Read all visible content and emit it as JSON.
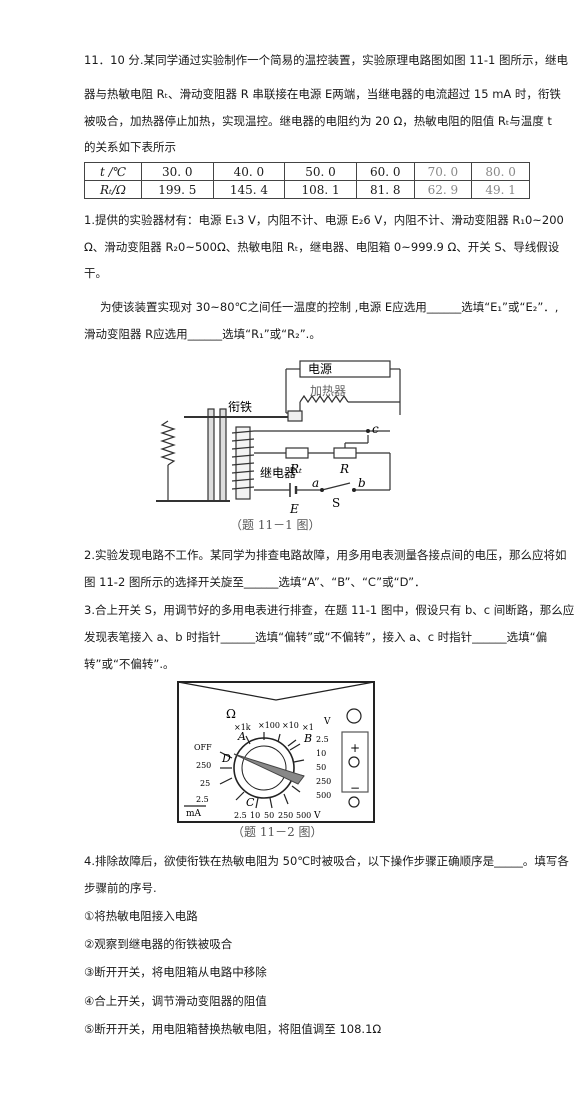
{
  "q11": {
    "intro": [
      "11．10 分.某同学通过实验制作一个简易的温控装置，实验原理电路图如图 11-1 图所示，继电",
      "器与热敏电阻 Rₜ、滑动变阻器 R 串联接在电源 E两端，当继电器的电流超过 15 mA 时，衔铁",
      "被吸合，加热器停止加热，实现温控。继电器的电阻约为 20 Ω，热敏电阻的阻值 Rₜ与温度 t",
      "的关系如下表所示"
    ],
    "table": {
      "row1_label": "t /℃",
      "row1_values": [
        "30. 0",
        "40. 0",
        "50. 0",
        "60. 0",
        "70. 0",
        "80. 0"
      ],
      "row2_label": "Rₜ/Ω",
      "row2_values": [
        "199. 5",
        "145. 4",
        "108. 1",
        "81. 8",
        "62. 9",
        "49. 1"
      ]
    },
    "part1": [
      "1.提供的实验器材有：电源 E₁3 V，内阻不计、电源 E₂6 V，内阻不计、滑动变阻器 R₁0~200",
      "Ω、滑动变阻器 R₂0~500Ω、热敏电阻 Rₜ，继电器、电阻箱 0~999.9 Ω、开关 S、导线假设",
      "干。"
    ],
    "part1_q": [
      "为使该装置实现对 30~80℃之间任一温度的控制 ,电源 E应选用______选填“E₁”或“E₂”．,",
      "滑动变阻器 R应选用______选填“R₁”或“R₂”.。"
    ],
    "fig1": {
      "power": "电源",
      "heater": "加热器",
      "armature": "衔铁",
      "relay": "继电器",
      "rt": "Rₜ",
      "r": "R",
      "c": "c",
      "a": "a",
      "b": "b",
      "s": "S",
      "e": "E",
      "caption": "（题 11－1 图）"
    },
    "part2": [
      "2.实验发现电路不工作。某同学为排查电路故障，用多用电表测量各接点间的电压，那么应将如",
      "图 11-2 图所示的选择开关旋至______选填“A”、“B”、“C”或“D”．"
    ],
    "part3": [
      "3.合上开关 S，用调节好的多用电表进行排查，在题 11-1 图中，假设只有 b、c 间断路，那么应",
      "发现表笔接入 a、b 时指针______选填“偏转”或“不偏转”，接入 a、c 时指针______选填“偏",
      "转”或“不偏转”.。"
    ],
    "fig2": {
      "omega": "Ω",
      "top_scale": [
        "×1k",
        "×100",
        "×10",
        "×1"
      ],
      "v_tilde": "V",
      "left_scale": [
        "OFF",
        "250",
        "25",
        "2.5"
      ],
      "ma": "mA",
      "right_scale": [
        "2.5",
        "10",
        "50",
        "250",
        "500"
      ],
      "bottom_scale": [
        "2.5",
        "10",
        "50",
        "250",
        "500",
        "V"
      ],
      "A": "A",
      "B": "B",
      "C": "C",
      "D": "D",
      "plus": "+",
      "minus": "−",
      "caption": "（题 11－2 图）"
    },
    "part4": [
      "4.排除故障后，欲使衔铁在热敏电阻为 50℃时被吸合，以下操作步骤正确顺序是_____。填写各",
      "步骤前的序号."
    ],
    "steps": [
      "①将热敏电阻接入电路",
      "②观察到继电器的衔铁被吸合",
      "③断开开关，将电阻箱从电路中移除",
      "④合上开关，调节滑动变阻器的阻值",
      "⑤断开开关，用电阻箱替换热敏电阻，将阻值调至 108.1Ω"
    ]
  }
}
